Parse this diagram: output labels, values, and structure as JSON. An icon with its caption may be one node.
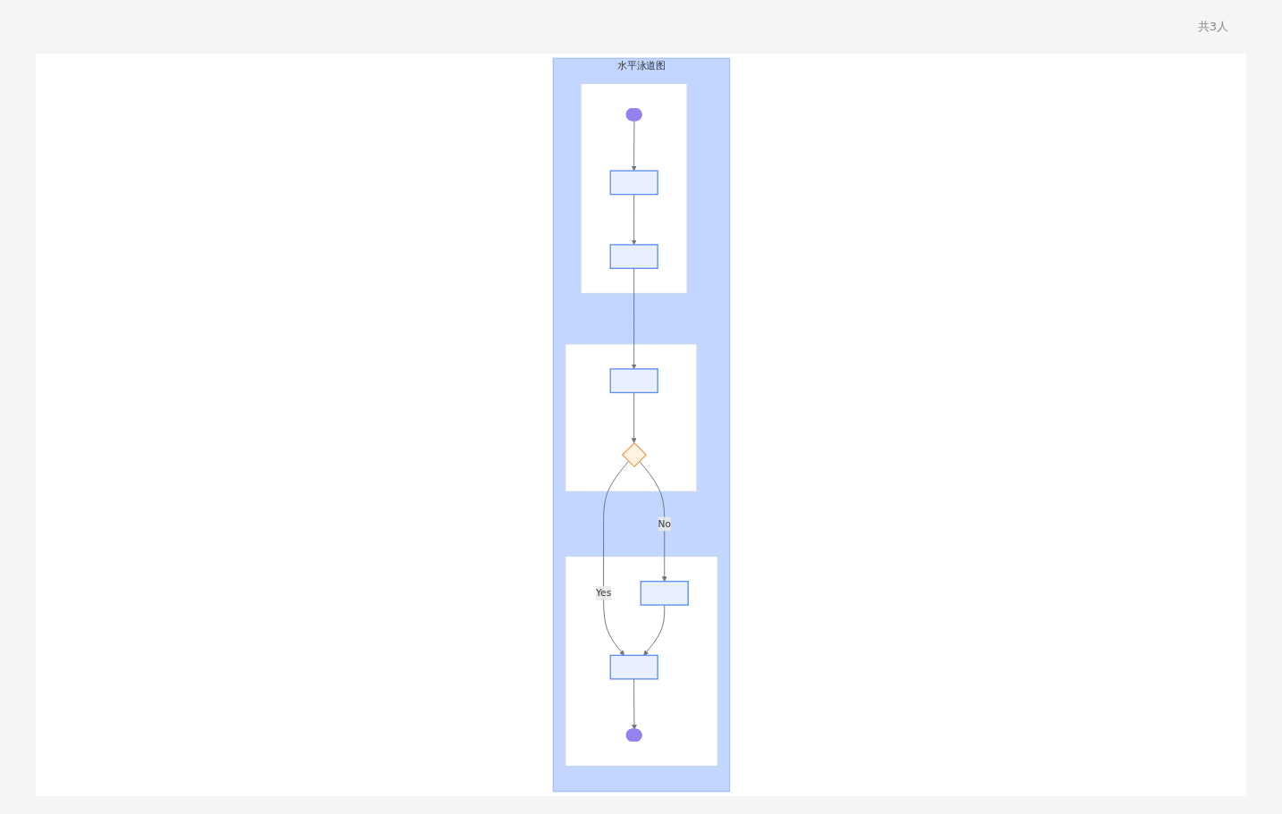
{
  "diagram": {
    "nodes": [
      {
        "text": [
          "水平泳道图"
        ]
      },
      {
        "text": [],
        "shape": "band",
        "in": 0
      },
      {
        "text": [],
        "shape": "pill",
        "in": 1
      },
      {
        "text": [],
        "shape": "box",
        "in": 1
      },
      {
        "text": [],
        "shape": "box",
        "in": 1
      },
      {
        "text": [],
        "shape": "band",
        "in": 0
      },
      {
        "text": [],
        "shape": "diamond",
        "in": 5
      },
      {
        "text": [],
        "shape": "box",
        "in": 5
      },
      {
        "text": [],
        "shape": "band",
        "in": 0
      },
      {
        "text": [],
        "shape": "box",
        "in": 8
      },
      {
        "text": [],
        "shape": "box",
        "in": 8
      },
      {
        "text": [],
        "shape": "pill",
        "in": 8
      }
    ],
    "edges": [
      {
        "from": 2,
        "to": 3,
        "arrow": "to"
      },
      {
        "from": 3,
        "to": 4,
        "arrow": "to"
      },
      {
        "from": 4,
        "to": 7,
        "arrow": "to"
      },
      {
        "from": 7,
        "to": 6,
        "arrow": "to"
      },
      {
        "from": 6,
        "to": 9,
        "arrow": "to",
        "label": "No"
      },
      {
        "from": 6,
        "to": 10,
        "arrow": "to",
        "label": "Yes"
      },
      {
        "from": 9,
        "to": 10,
        "arrow": "to"
      },
      {
        "from": 10,
        "to": 11,
        "arrow": "to"
      }
    ],
    "labels": [
      "共3人"
    ]
  }
}
